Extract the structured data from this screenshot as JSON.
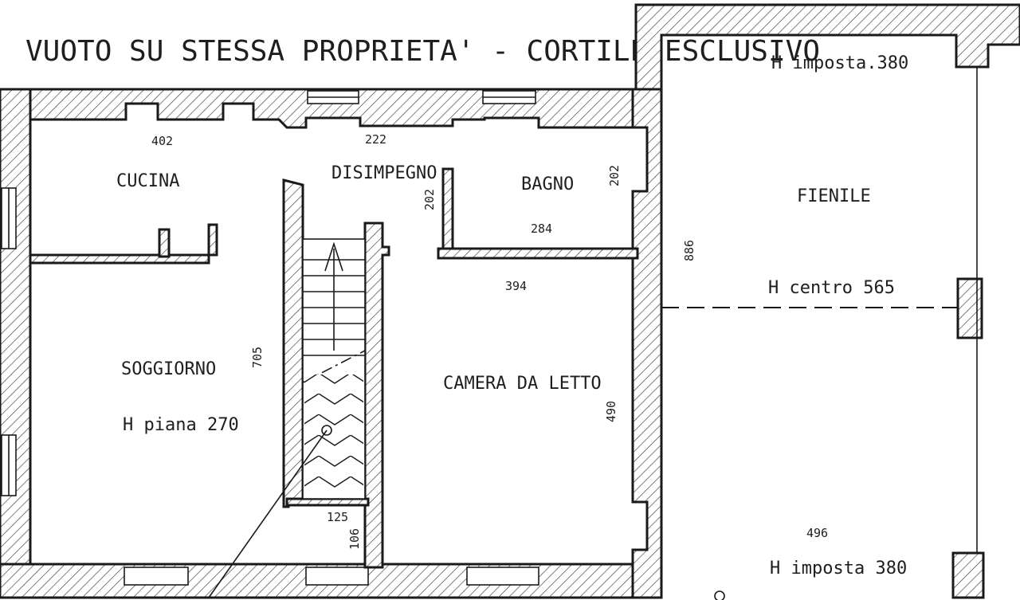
{
  "title": "VUOTO SU STESSA PROPRIETA' - CORTILE ESCLUSIVO",
  "rooms": {
    "cucina": "CUCINA",
    "disimpegno": "DISIMPEGNO",
    "bagno": "BAGNO",
    "fienile": "FIENILE",
    "soggiorno": "SOGGIORNO",
    "soggiorno_height": "H piana 270",
    "camera": "CAMERA DA LETTO",
    "fienile_h_top": "H imposta.380",
    "fienile_h_center": "H centro 565",
    "fienile_h_bottom": "H imposta 380"
  },
  "dimensions": {
    "cucina_width": "402",
    "disimpegno_width": "222",
    "disimpegno_depth": "202",
    "bagno_depth": "202",
    "bagno_width": "284",
    "camera_width": "394",
    "fienile_depth": "886",
    "soggiorno_depth": "705",
    "camera_depth": "490",
    "stair_landing_width": "125",
    "stair_landing_depth": "106",
    "fienile_width": "496"
  },
  "colors": {
    "ink": "#1a1a1a",
    "paper": "#ffffff"
  }
}
